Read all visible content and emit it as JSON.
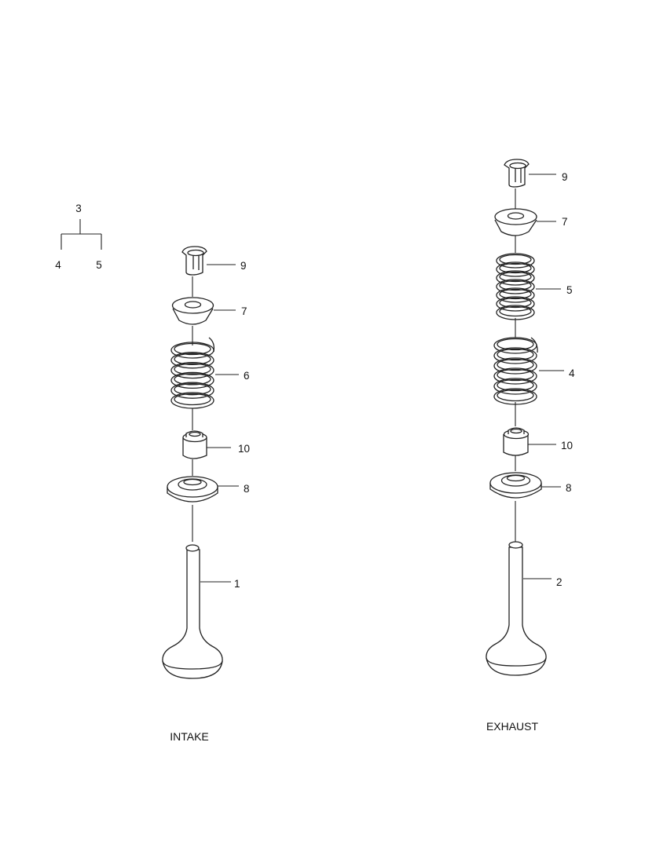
{
  "legend": {
    "parent": "3",
    "children": [
      "4",
      "5"
    ]
  },
  "intake": {
    "caption": "INTAKE",
    "labels": {
      "keeper": "9",
      "retainer": "7",
      "spring": "6",
      "seal": "10",
      "seat": "8",
      "valve": "1"
    }
  },
  "exhaust": {
    "caption": "EXHAUST",
    "labels": {
      "keeper": "9",
      "retainer": "7",
      "outer_spring": "5",
      "inner_spring": "4",
      "seal": "10",
      "seat": "8",
      "valve": "2"
    }
  }
}
